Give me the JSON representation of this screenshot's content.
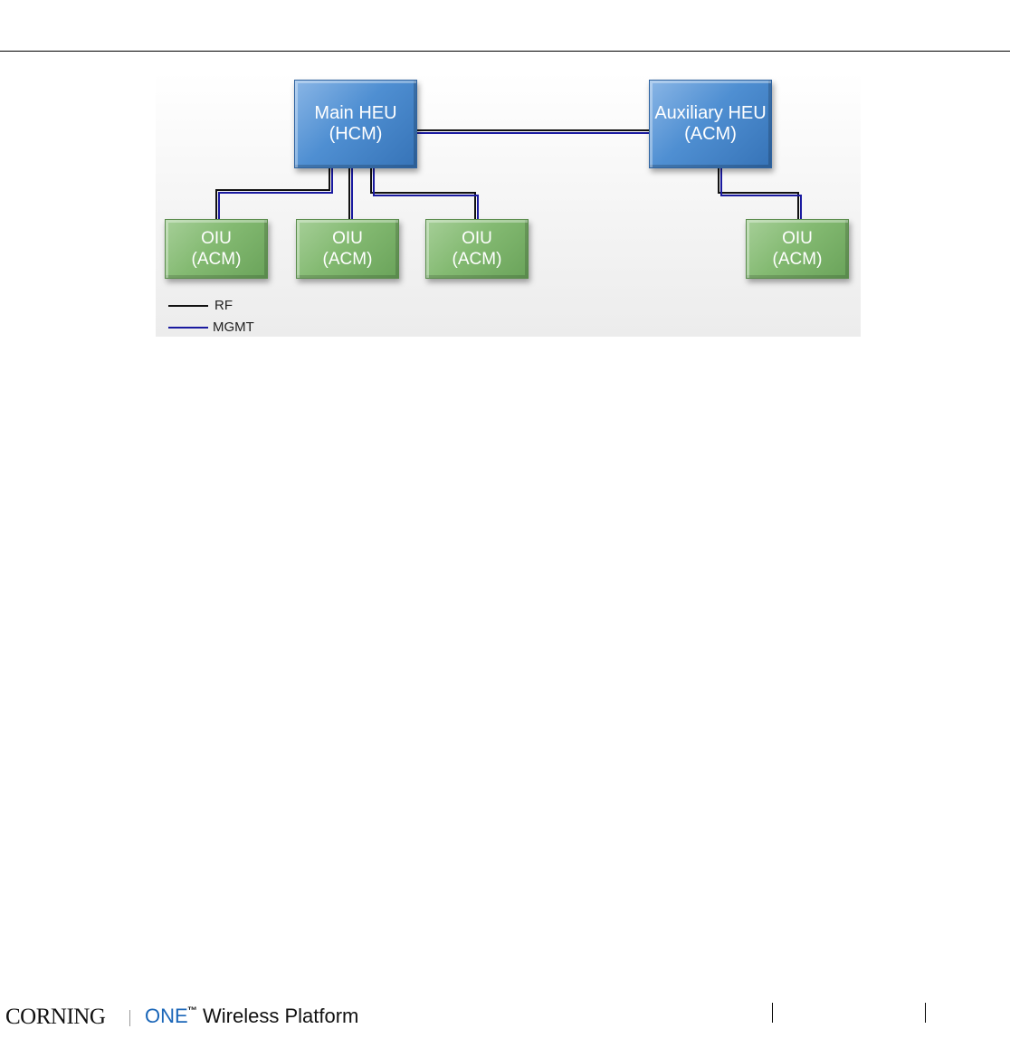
{
  "figure": {
    "nodes": {
      "main_heu": {
        "line1": "Main HEU",
        "line2": "(HCM)"
      },
      "aux_heu": {
        "line1": "Auxiliary HEU",
        "line2": "(ACM)"
      },
      "oiu_1": {
        "line1": "OIU",
        "line2": "(ACM)"
      },
      "oiu_2": {
        "line1": "OIU",
        "line2": "(ACM)"
      },
      "oiu_3": {
        "line1": "OIU",
        "line2": "(ACM)"
      },
      "oiu_4": {
        "line1": "OIU",
        "line2": "(ACM)"
      }
    },
    "legend": {
      "rf_label": "RF",
      "rf_color": "#000000",
      "mgmt_label": "MGMT",
      "mgmt_color": "#1a1aa0"
    }
  },
  "footer": {
    "logo": "CORNING",
    "brand": "ONE",
    "trademark": "™",
    "product": "Wireless Platform"
  }
}
